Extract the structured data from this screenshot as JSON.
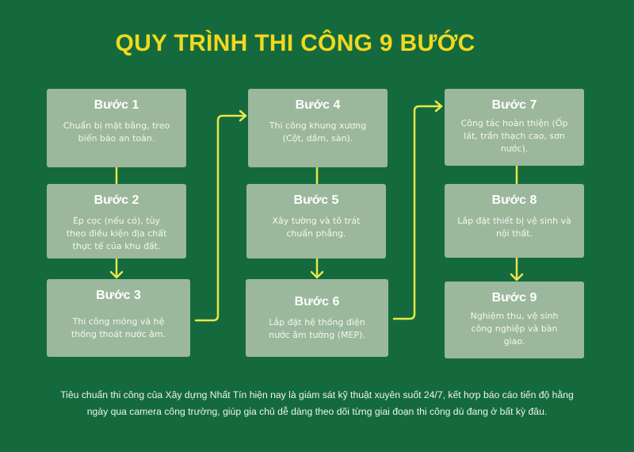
{
  "title": "QUY TRÌNH THI CÔNG 9 BƯỚC",
  "colors": {
    "background": "#146a3c",
    "box": "#9bb89c",
    "title": "#f2d820",
    "connector": "#e9e64a"
  },
  "steps": [
    {
      "label": "Bước 1",
      "description": "Chuẩn bị mặt bằng, treo biển báo an toàn."
    },
    {
      "label": "Bước 2",
      "description": "Ép cọc (nếu có), tùy theo điều kiện địa chất thực tế của khu đất."
    },
    {
      "label": "Bước 3",
      "description": "Thi công móng và hệ thống thoát nước âm."
    },
    {
      "label": "Bước 4",
      "description": "Thi công khung xương (Cột, dầm, sàn)."
    },
    {
      "label": "Bước 5",
      "description": "Xây tường và tô trát chuẩn phẳng."
    },
    {
      "label": "Bước 6",
      "description": "Lắp đặt hệ thống điện nước âm tường (MEP)."
    },
    {
      "label": "Bước 7",
      "description": "Công tác hoàn thiện (Ốp lát, trần thạch cao, sơn nước)."
    },
    {
      "label": "Bước 8",
      "description": "Lắp đặt thiết bị vệ sinh và nội thất."
    },
    {
      "label": "Bước 9",
      "description": "Nghiệm thu, vệ sinh công nghiệp và bàn giao."
    }
  ],
  "footer": "Tiêu chuẩn thi công của Xây dựng Nhất Tín hiện nay là giám sát kỹ thuật xuyên suốt 24/7, kết hợp báo cáo tiến độ hằng ngày qua camera công trường, giúp gia chủ dễ dàng theo dõi từng giai đoạn thi công dù đang ở bất kỳ đâu."
}
